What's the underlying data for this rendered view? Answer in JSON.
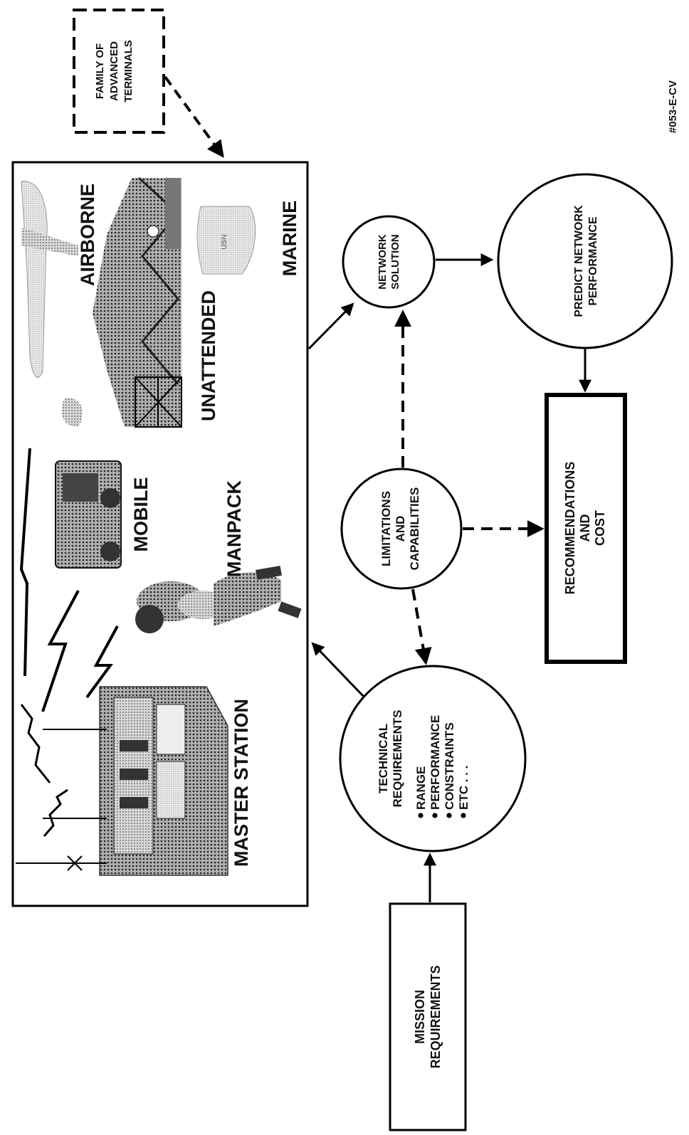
{
  "doc_id": "#053-E-CV",
  "family_box": [
    "FAMILY OF",
    "ADVANCED",
    "TERMINALS"
  ],
  "terminals": {
    "master": "MASTER STATION",
    "mobile": "MOBILE",
    "manpack": "MANPACK",
    "airborne": "AIRBORNE",
    "unattended": "UNATTENDED",
    "marine": "MARINE",
    "hull_marking": "USN"
  },
  "circles": {
    "network_solution": [
      "NETWORK",
      "SOLUTION"
    ],
    "predict": [
      "PREDICT NETWORK",
      "PERFORMANCE"
    ],
    "limitations": [
      "LIMITATIONS",
      "AND",
      "CAPABILITIES"
    ],
    "technical": [
      "TECHNICAL",
      "REQUIREMENTS"
    ],
    "technical_bullets": [
      "RANGE",
      "PERFORMANCE",
      "CONSTRAINTS",
      "ETC . . ."
    ]
  },
  "boxes": {
    "recommendations": [
      "RECOMMENDATIONS",
      "AND",
      "COST"
    ],
    "mission": [
      "MISSION",
      "REQUIREMENTS"
    ]
  }
}
